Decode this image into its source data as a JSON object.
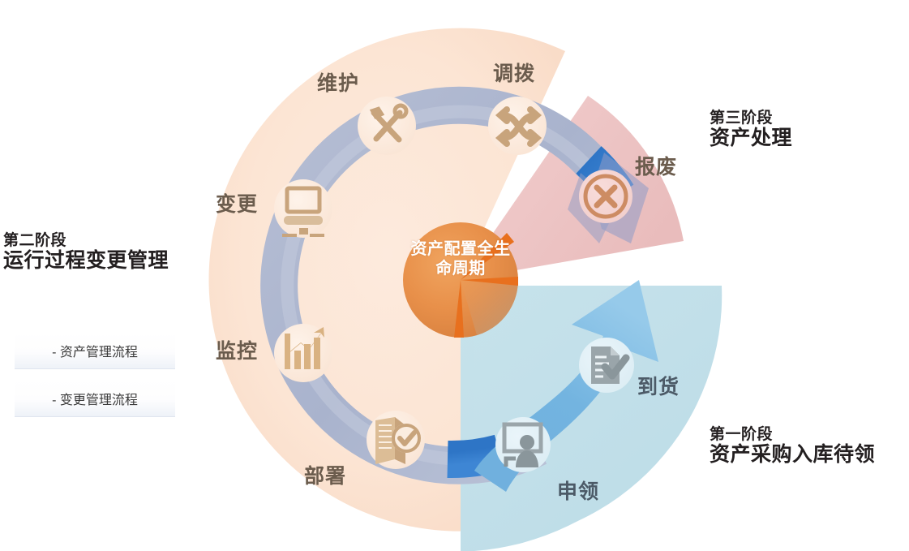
{
  "diagram": {
    "title": "资产配置全生命周期",
    "center_label": "资产配置全生命周期",
    "type": "circular lifecycle wheel"
  },
  "stages": {
    "stage1": {
      "sub": "第一阶段",
      "main": "资产采购入库待领",
      "color": "#BFDEE8"
    },
    "stage2": {
      "sub": "第二阶段",
      "main": "运行过程变更管理",
      "color": "#FCE5D4"
    },
    "stage3": {
      "sub": "第三阶段",
      "main": "资产处理",
      "color": "#EFC4C4"
    }
  },
  "process_list": [
    {
      "label": "- 资产管理流程"
    },
    {
      "label": "- 变更管理流程"
    }
  ],
  "steps": [
    {
      "label": "申领",
      "icon": "person-presentation-icon",
      "group": "stage1",
      "color": "#4C5A67"
    },
    {
      "label": "到货",
      "icon": "document-check-icon",
      "group": "stage1",
      "color": "#4C5A67"
    },
    {
      "label": "报废",
      "icon": "circle-x-icon",
      "group": "stage3",
      "color": "#6B5C4D"
    },
    {
      "label": "调拨",
      "icon": "transfer-arrows-icon",
      "group": "stage2",
      "color": "#6B5C4D"
    },
    {
      "label": "维护",
      "icon": "hammer-wrench-icon",
      "group": "stage2",
      "color": "#6B5C4D"
    },
    {
      "label": "变更",
      "icon": "monitor-icon",
      "group": "stage2",
      "color": "#6B5C4D"
    },
    {
      "label": "监控",
      "icon": "bar-chart-trend-icon",
      "group": "stage2",
      "color": "#6B5C4D"
    },
    {
      "label": "部署",
      "icon": "documents-check-icon",
      "group": "stage2",
      "color": "#6B5C4D"
    }
  ],
  "colors": {
    "peach_sector": "#FCE5D4",
    "pink_sector": "#EFC4C4",
    "cyan_sector": "#BFDEE8",
    "grey_blue_ring": "#AFB8D0",
    "blue_arrow": "#5B9BD5",
    "blue_accent": "#2E75C6",
    "center_orange": "#E8904A",
    "icon_tan": "#C8A47C",
    "icon_grey": "#9AA5AA",
    "text_dark": "#231F20"
  }
}
